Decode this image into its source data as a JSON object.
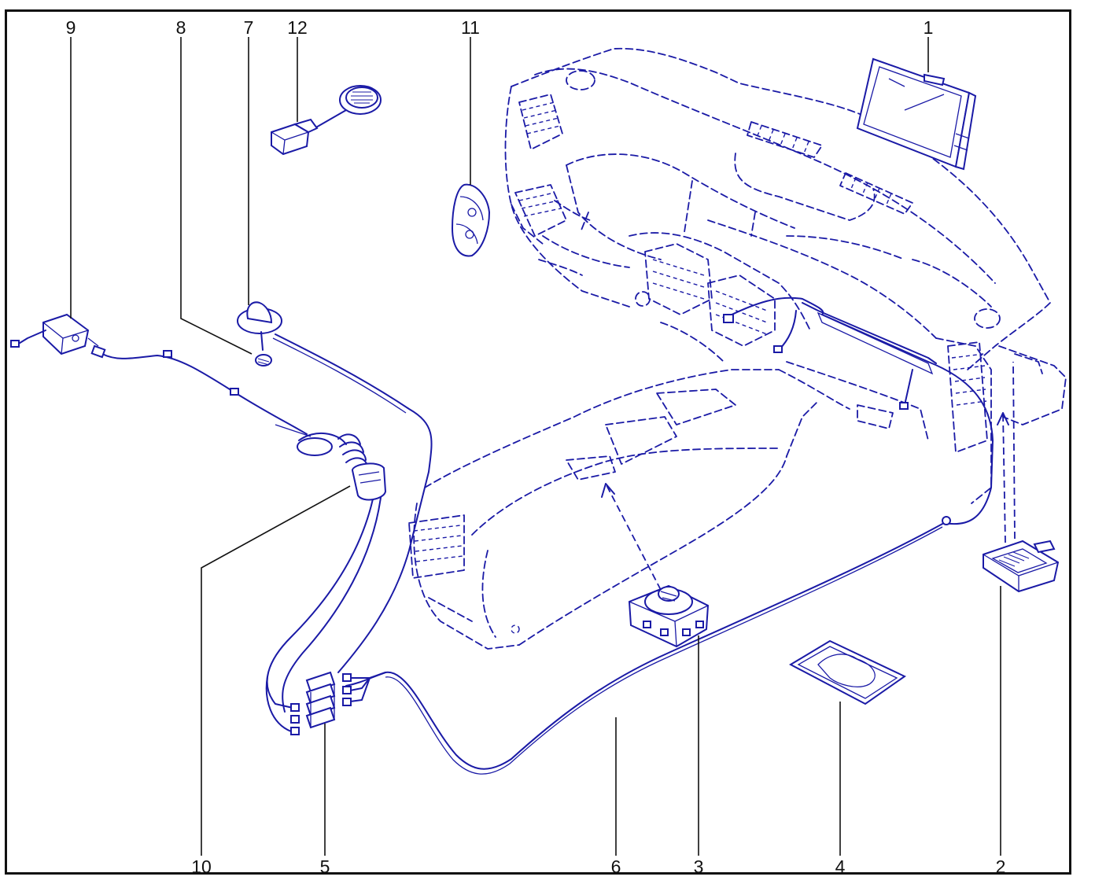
{
  "diagram": {
    "colors": {
      "line": "#1a1aa6",
      "callout": "#111111",
      "border": "#111111",
      "background": "#ffffff"
    },
    "callouts": [
      {
        "id": "c1",
        "text": "1"
      },
      {
        "id": "c2",
        "text": "2"
      },
      {
        "id": "c3",
        "text": "3"
      },
      {
        "id": "c4",
        "text": "4"
      },
      {
        "id": "c5",
        "text": "5"
      },
      {
        "id": "c6",
        "text": "6"
      },
      {
        "id": "c7",
        "text": "7"
      },
      {
        "id": "c8",
        "text": "8"
      },
      {
        "id": "c9",
        "text": "9"
      },
      {
        "id": "c10",
        "text": "10"
      },
      {
        "id": "c11",
        "text": "11"
      },
      {
        "id": "c12",
        "text": "12"
      }
    ]
  }
}
